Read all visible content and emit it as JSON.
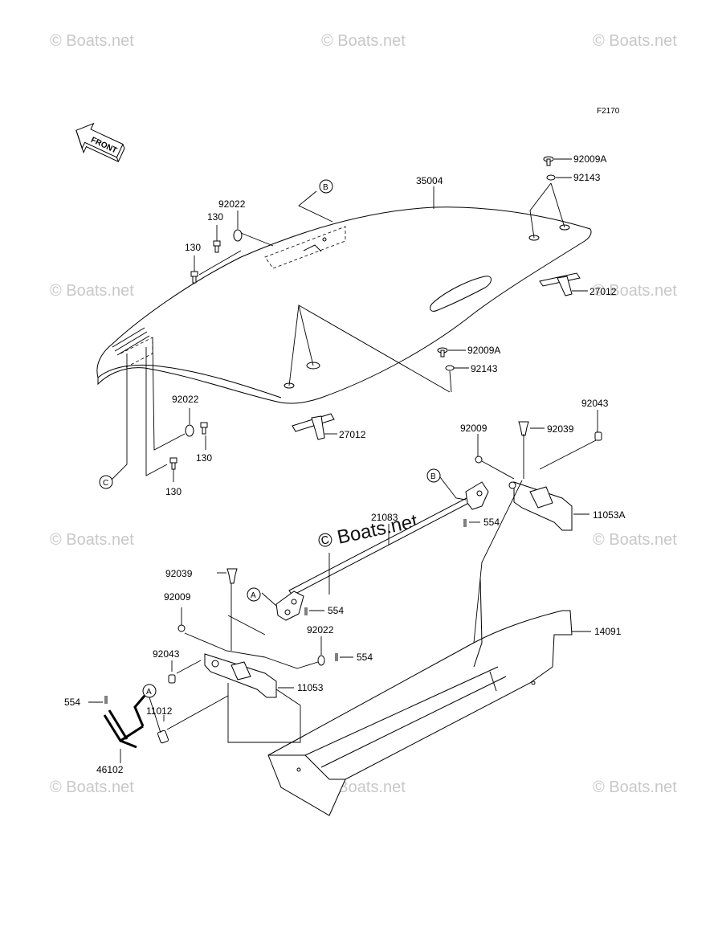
{
  "diagram_code": "F2170",
  "front_arrow": "FRONT",
  "watermark": "© Boats.net",
  "center_watermark": "© Boats.net",
  "refs": {
    "A": "A",
    "B": "B",
    "C": "C"
  },
  "parts": {
    "p35004": "35004",
    "p92009A_1": "92009A",
    "p92143_1": "92143",
    "p92009A_2": "92009A",
    "p92143_2": "92143",
    "p27012_1": "27012",
    "p27012_2": "27012",
    "p92022_1": "92022",
    "p130_1": "130",
    "p130_2": "130",
    "p92022_2": "92022",
    "p130_3": "130",
    "p130_4": "130",
    "p92043_1": "92043",
    "p92009_1": "92009",
    "p92039_1": "92039",
    "p11053A": "11053A",
    "p554_1": "554",
    "p21083": "21083",
    "p92039_2": "92039",
    "p92009_2": "92009",
    "p554_2": "554",
    "p92022_3": "92022",
    "p554_3": "554",
    "p92043_2": "92043",
    "p11053": "11053",
    "p554_4": "554",
    "p11012": "11012",
    "p46102": "46102",
    "p14091": "14091"
  }
}
